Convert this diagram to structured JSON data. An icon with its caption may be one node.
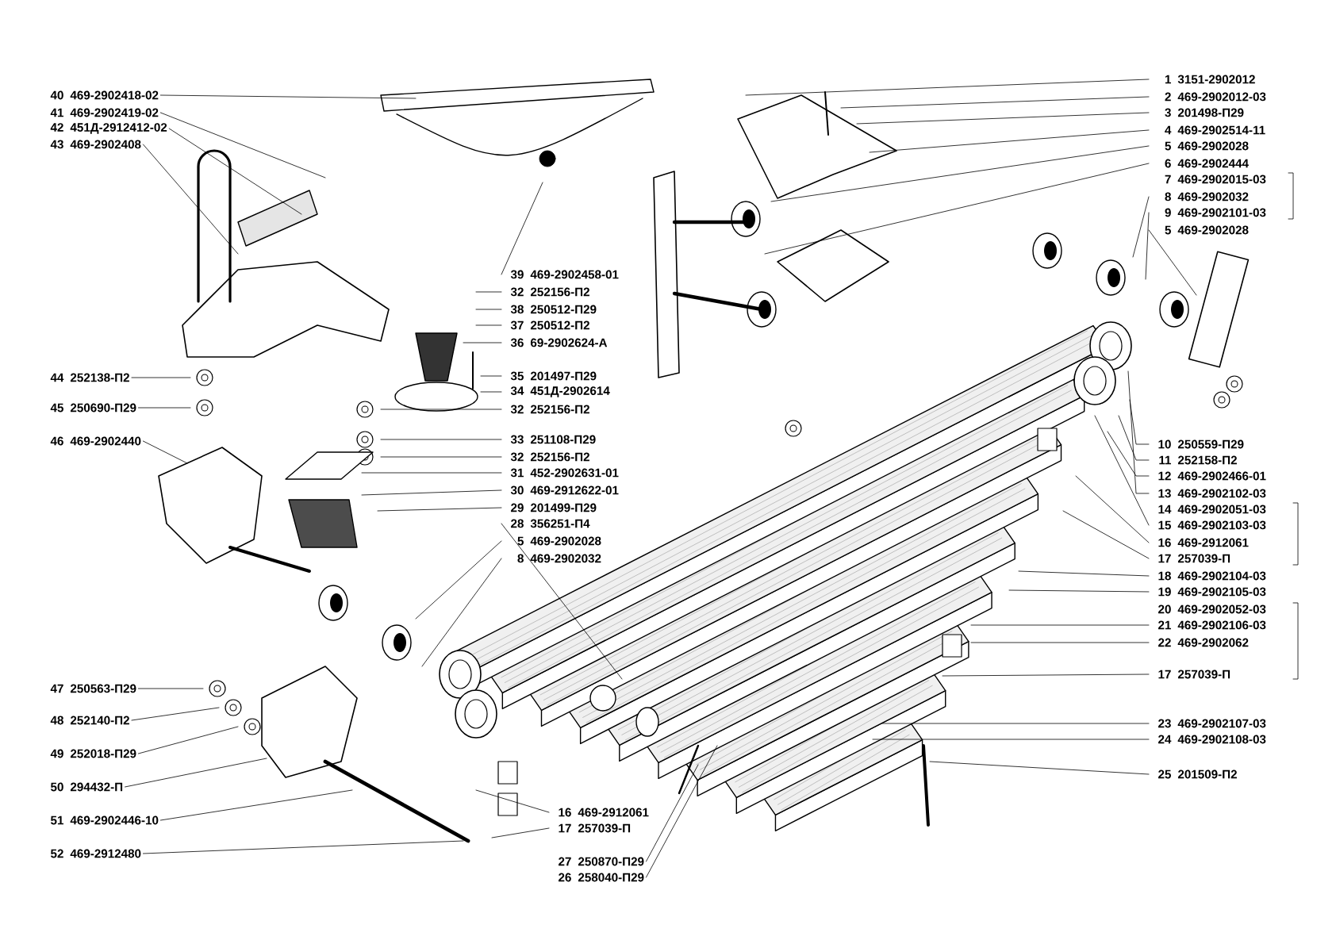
{
  "diagram": {
    "nodes": [
      {
        "text": [
          "40",
          "469-2902418-02"
        ]
      },
      {
        "text": [
          "41",
          "469-2902419-02"
        ]
      },
      {
        "text": [
          "42",
          "451Д-2912412-02"
        ]
      },
      {
        "text": [
          "43",
          "469-2902408"
        ]
      },
      {
        "text": [
          "44",
          "252138-П2"
        ]
      },
      {
        "text": [
          "45",
          "250690-П29"
        ]
      },
      {
        "text": [
          "46",
          "469-2902440"
        ]
      },
      {
        "text": [
          "47",
          "250563-П29"
        ]
      },
      {
        "text": [
          "48",
          "252140-П2"
        ]
      },
      {
        "text": [
          "49",
          "252018-П29"
        ]
      },
      {
        "text": [
          "50",
          "294432-П"
        ]
      },
      {
        "text": [
          "51",
          "469-2902446-10"
        ]
      },
      {
        "text": [
          "52",
          "469-2912480"
        ]
      },
      {
        "text": [
          "39",
          "469-2902458-01"
        ]
      },
      {
        "text": [
          "32",
          "252156-П2"
        ]
      },
      {
        "text": [
          "38",
          "250512-П29"
        ]
      },
      {
        "text": [
          "37",
          "250512-П2"
        ]
      },
      {
        "text": [
          "36",
          "69-2902624-А"
        ]
      },
      {
        "text": [
          "35",
          "201497-П29"
        ]
      },
      {
        "text": [
          "34",
          "451Д-2902614"
        ]
      },
      {
        "text": [
          "32",
          "252156-П2"
        ]
      },
      {
        "text": [
          "33",
          "251108-П29"
        ]
      },
      {
        "text": [
          "32",
          "252156-П2"
        ]
      },
      {
        "text": [
          "31",
          "452-2902631-01"
        ]
      },
      {
        "text": [
          "30",
          "469-2912622-01"
        ]
      },
      {
        "text": [
          "29",
          "201499-П29"
        ]
      },
      {
        "text": [
          "28",
          "356251-П4"
        ]
      },
      {
        "text": [
          "5",
          "469-2902028"
        ]
      },
      {
        "text": [
          "8",
          "469-2902032"
        ]
      },
      {
        "text": [
          "1",
          "3151-2902012"
        ]
      },
      {
        "text": [
          "2",
          "469-2902012-03"
        ]
      },
      {
        "text": [
          "3",
          "201498-П29"
        ]
      },
      {
        "text": [
          "4",
          "469-2902514-11"
        ]
      },
      {
        "text": [
          "5",
          "469-2902028"
        ]
      },
      {
        "text": [
          "6",
          "469-2902444"
        ]
      },
      {
        "text": [
          "7",
          "469-2902015-03"
        ]
      },
      {
        "text": [
          "8",
          "469-2902032"
        ]
      },
      {
        "text": [
          "9",
          "469-2902101-03"
        ]
      },
      {
        "text": [
          "5",
          "469-2902028"
        ]
      },
      {
        "text": [
          "10",
          "250559-П29"
        ]
      },
      {
        "text": [
          "11",
          "252158-П2"
        ]
      },
      {
        "text": [
          "12",
          "469-2902466-01"
        ]
      },
      {
        "text": [
          "13",
          "469-2902102-03"
        ]
      },
      {
        "text": [
          "14",
          "469-2902051-03"
        ]
      },
      {
        "text": [
          "15",
          "469-2902103-03"
        ]
      },
      {
        "text": [
          "16",
          "469-2912061"
        ]
      },
      {
        "text": [
          "17",
          "257039-П"
        ]
      },
      {
        "text": [
          "18",
          "469-2902104-03"
        ]
      },
      {
        "text": [
          "19",
          "469-2902105-03"
        ]
      },
      {
        "text": [
          "20",
          "469-2902052-03"
        ]
      },
      {
        "text": [
          "21",
          "469-2902106-03"
        ]
      },
      {
        "text": [
          "22",
          "469-2902062"
        ]
      },
      {
        "text": [
          "17",
          "257039-П"
        ]
      },
      {
        "text": [
          "23",
          "469-2902107-03"
        ]
      },
      {
        "text": [
          "24",
          "469-2902108-03"
        ]
      },
      {
        "text": [
          "25",
          "201509-П2"
        ]
      },
      {
        "text": [
          "16",
          "469-2912061"
        ]
      },
      {
        "text": [
          "17",
          "257039-П"
        ]
      },
      {
        "text": [
          "27",
          "250870-П29"
        ]
      },
      {
        "text": [
          "26",
          "258040-П29"
        ]
      }
    ],
    "edges": [
      {
        "from": 0,
        "to": null,
        "arrow": "none"
      },
      {
        "from": 1,
        "to": null,
        "arrow": "none"
      },
      {
        "from": 2,
        "to": null,
        "arrow": "none"
      },
      {
        "from": 3,
        "to": null,
        "arrow": "none"
      },
      {
        "from": 4,
        "to": null,
        "arrow": "none"
      },
      {
        "from": 5,
        "to": null,
        "arrow": "none"
      },
      {
        "from": 6,
        "to": null,
        "arrow": "none"
      },
      {
        "from": 7,
        "to": null,
        "arrow": "none"
      },
      {
        "from": 8,
        "to": null,
        "arrow": "none"
      },
      {
        "from": 9,
        "to": null,
        "arrow": "none"
      },
      {
        "from": 10,
        "to": null,
        "arrow": "none"
      },
      {
        "from": 11,
        "to": null,
        "arrow": "none"
      },
      {
        "from": 12,
        "to": null,
        "arrow": "none"
      },
      {
        "from": 13,
        "to": null,
        "arrow": "none"
      },
      {
        "from": 14,
        "to": null,
        "arrow": "none"
      },
      {
        "from": 15,
        "to": null,
        "arrow": "none"
      },
      {
        "from": 16,
        "to": null,
        "arrow": "none"
      },
      {
        "from": 17,
        "to": null,
        "arrow": "none"
      },
      {
        "from": 18,
        "to": null,
        "arrow": "none"
      },
      {
        "from": 19,
        "to": null,
        "arrow": "none"
      },
      {
        "from": 20,
        "to": null,
        "arrow": "none"
      },
      {
        "from": 21,
        "to": null,
        "arrow": "none"
      },
      {
        "from": 22,
        "to": null,
        "arrow": "none"
      },
      {
        "from": 23,
        "to": null,
        "arrow": "none"
      },
      {
        "from": 24,
        "to": null,
        "arrow": "none"
      },
      {
        "from": 25,
        "to": null,
        "arrow": "none"
      },
      {
        "from": 26,
        "to": null,
        "arrow": "none"
      },
      {
        "from": 27,
        "to": null,
        "arrow": "none"
      },
      {
        "from": 28,
        "to": null,
        "arrow": "none"
      },
      {
        "from": 29,
        "to": null,
        "arrow": "none"
      },
      {
        "from": 30,
        "to": null,
        "arrow": "none"
      },
      {
        "from": 31,
        "to": null,
        "arrow": "none"
      },
      {
        "from": 32,
        "to": null,
        "arrow": "none"
      },
      {
        "from": 33,
        "to": null,
        "arrow": "none"
      },
      {
        "from": 34,
        "to": null,
        "arrow": "none"
      },
      {
        "from": 36,
        "to": null,
        "arrow": "none"
      },
      {
        "from": 37,
        "to": null,
        "arrow": "none"
      },
      {
        "from": 38,
        "to": null,
        "arrow": "none"
      },
      {
        "from": 39,
        "to": null,
        "arrow": "none"
      },
      {
        "from": 40,
        "to": null,
        "arrow": "none"
      },
      {
        "from": 41,
        "to": null,
        "arrow": "none"
      },
      {
        "from": 42,
        "to": null,
        "arrow": "none"
      },
      {
        "from": 44,
        "to": null,
        "arrow": "none"
      },
      {
        "from": 45,
        "to": null,
        "arrow": "none"
      },
      {
        "from": 46,
        "to": null,
        "arrow": "none"
      },
      {
        "from": 47,
        "to": null,
        "arrow": "none"
      },
      {
        "from": 48,
        "to": null,
        "arrow": "none"
      },
      {
        "from": 50,
        "to": null,
        "arrow": "none"
      },
      {
        "from": 51,
        "to": null,
        "arrow": "none"
      },
      {
        "from": 52,
        "to": null,
        "arrow": "none"
      },
      {
        "from": 53,
        "to": null,
        "arrow": "none"
      },
      {
        "from": 54,
        "to": null,
        "arrow": "none"
      },
      {
        "from": 55,
        "to": null,
        "arrow": "none"
      },
      {
        "from": 56,
        "to": null,
        "arrow": "none"
      },
      {
        "from": 57,
        "to": null,
        "arrow": "none"
      },
      {
        "from": 58,
        "to": null,
        "arrow": "none"
      },
      {
        "from": 59,
        "to": null,
        "arrow": "none"
      }
    ]
  }
}
